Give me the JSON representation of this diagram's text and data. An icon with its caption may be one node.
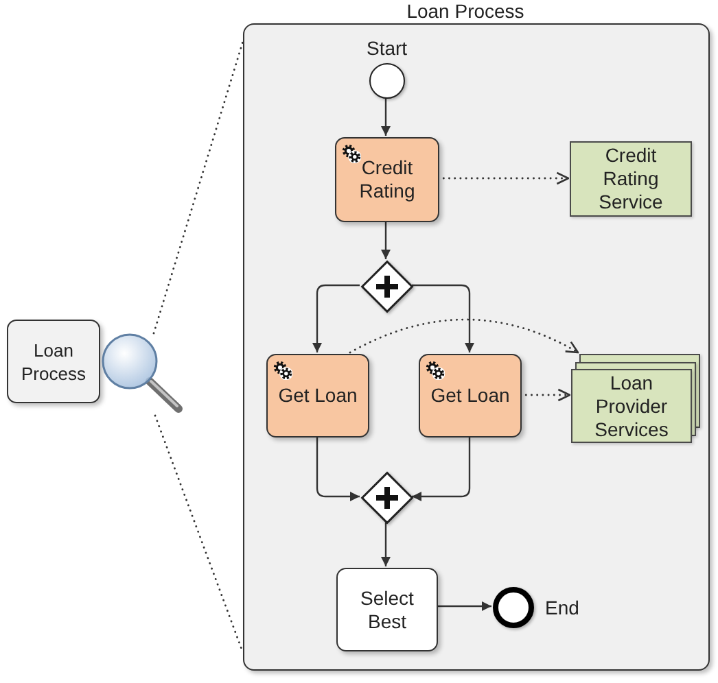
{
  "diagram": {
    "nodes": [
      {
        "text": [
          "Loan Process"
        ]
      },
      {
        "text": [],
        "shape": "circle",
        "in": 0,
        "beside": [
          "Start"
        ]
      },
      {
        "text": [
          "Credit Rating"
        ],
        "in": 0
      },
      {
        "text": [
          "Credit Rating Service"
        ],
        "in": 0
      },
      {
        "text": [],
        "shape": "diamond",
        "in": 0
      },
      {
        "text": [
          "Get Loan"
        ],
        "in": 0
      },
      {
        "text": [
          "Get Loan"
        ],
        "in": 0
      },
      {
        "text": [
          "Loan Provider Services"
        ],
        "in": 0
      },
      {
        "text": [],
        "shape": "diamond",
        "in": 0
      },
      {
        "text": [
          "Select Best"
        ],
        "in": 0
      },
      {
        "text": [],
        "shape": "circle",
        "in": 0,
        "beside": [
          "End"
        ]
      },
      {
        "text": [
          "Loan Process"
        ]
      },
      {
        "text": [],
        "shape": "picture"
      }
    ],
    "edges": [
      {
        "from": 1,
        "to": 2,
        "arrow": "to"
      },
      {
        "from": 2,
        "to": 3,
        "arrow": "to",
        "style": "dashed"
      },
      {
        "from": 2,
        "to": 4,
        "arrow": "to"
      },
      {
        "from": 4,
        "to": 5,
        "arrow": "to"
      },
      {
        "from": 4,
        "to": 6,
        "arrow": "to"
      },
      {
        "from": 5,
        "to": 7,
        "arrow": "to",
        "style": "dashed"
      },
      {
        "from": 6,
        "to": 7,
        "arrow": "to",
        "style": "dashed"
      },
      {
        "from": 5,
        "to": 8,
        "arrow": "to"
      },
      {
        "from": 6,
        "to": 8,
        "arrow": "to"
      },
      {
        "from": 8,
        "to": 9,
        "arrow": "to"
      },
      {
        "from": 9,
        "to": 10,
        "arrow": "to"
      },
      {
        "from": 12,
        "to": 0,
        "arrow": "none",
        "style": "dashed"
      },
      {
        "from": 12,
        "to": 0,
        "arrow": "none",
        "style": "dashed"
      }
    ]
  }
}
